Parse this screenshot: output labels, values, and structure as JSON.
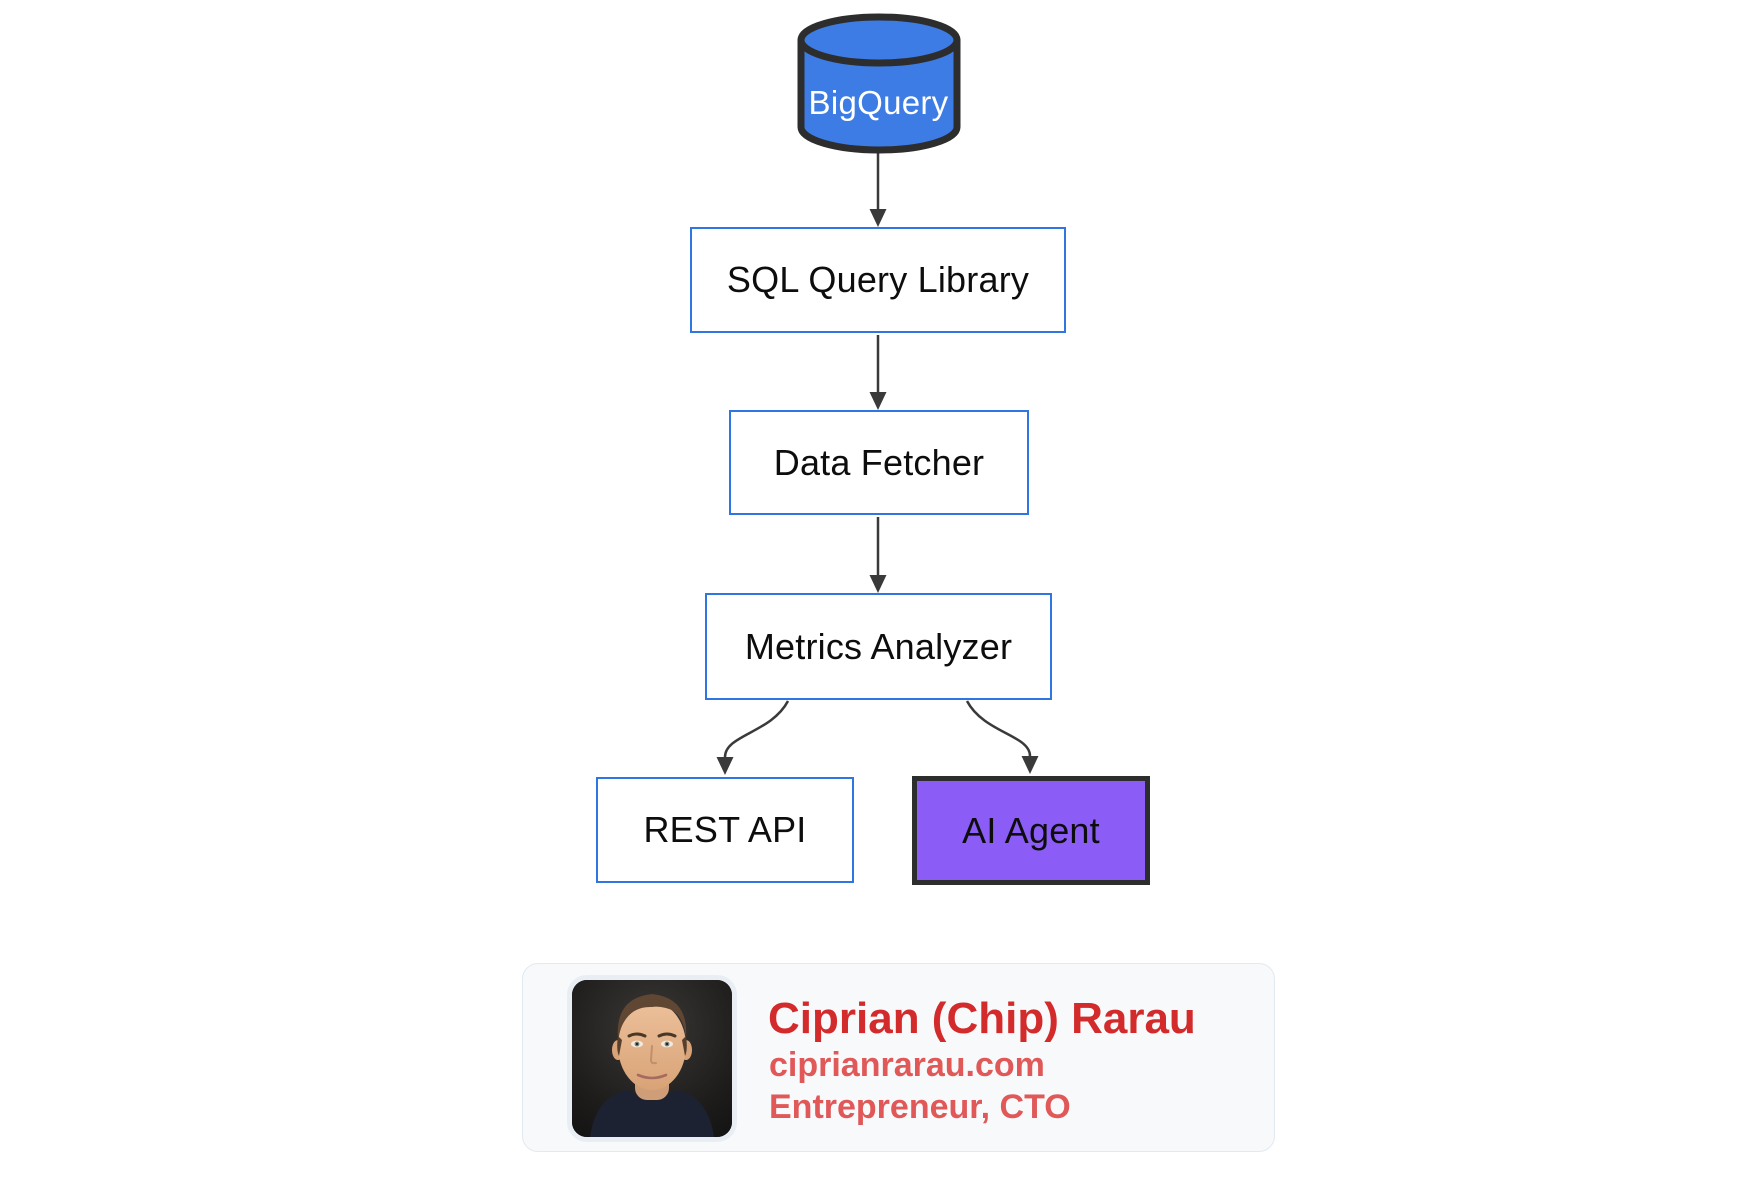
{
  "diagram": {
    "database": {
      "label": "BigQuery"
    },
    "nodes": [
      {
        "id": "sql-query-library",
        "label": "SQL Query Library",
        "style": "outlined"
      },
      {
        "id": "data-fetcher",
        "label": "Data Fetcher",
        "style": "outlined"
      },
      {
        "id": "metrics-analyzer",
        "label": "Metrics Analyzer",
        "style": "outlined"
      },
      {
        "id": "rest-api",
        "label": "REST API",
        "style": "outlined"
      },
      {
        "id": "ai-agent",
        "label": "AI Agent",
        "style": "highlighted"
      }
    ],
    "edges": [
      {
        "from": "BigQuery",
        "to": "SQL Query Library"
      },
      {
        "from": "SQL Query Library",
        "to": "Data Fetcher"
      },
      {
        "from": "Data Fetcher",
        "to": "Metrics Analyzer"
      },
      {
        "from": "Metrics Analyzer",
        "to": "REST API"
      },
      {
        "from": "Metrics Analyzer",
        "to": "AI Agent"
      }
    ],
    "colors": {
      "node_border": "#2f76e0",
      "database_fill": "#3d7ce4",
      "database_text": "#ffffff",
      "ai_agent_fill": "#8b5cf6",
      "arrow": "#3a3a3a",
      "outline_ink": "#2d2d2d",
      "node_text": "#0d0d0d"
    }
  },
  "author_card": {
    "name": "Ciprian (Chip) Rarau",
    "website": "ciprianrarau.com",
    "role": "Entrepreneur, CTO",
    "photo": "portrait-photo",
    "colors": {
      "name": "#d32b2b",
      "details": "#e05858",
      "card_bg": "#f7f9fa",
      "card_border": "#e2e9f0"
    }
  }
}
